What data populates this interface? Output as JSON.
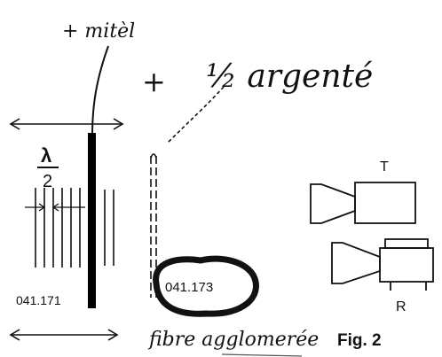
{
  "figure": {
    "label": "Fig. 2",
    "annotations": {
      "metal": "+ mitèl",
      "plus": "+",
      "half_silvered": "½ argenté",
      "fibre": "fibre agglomerée"
    },
    "lambda_fraction": {
      "numerator": "λ",
      "denominator": "2"
    },
    "part_left": "041.171",
    "part_middle": "041.173",
    "transmitter_label": "T",
    "receiver_label": "R"
  }
}
